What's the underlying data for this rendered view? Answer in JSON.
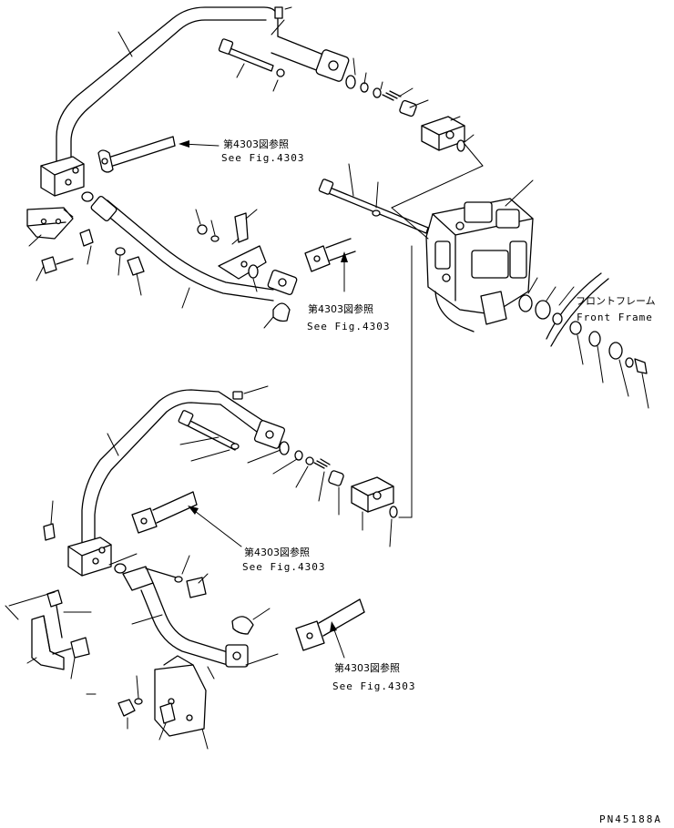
{
  "references": [
    {
      "id": "ref1",
      "jp": "第4303図参照",
      "en": "See Fig.4303"
    },
    {
      "id": "ref2",
      "jp": "第4303図参照",
      "en": "See Fig.4303"
    },
    {
      "id": "ref3",
      "jp": "第4303図参照",
      "en": "See Fig.4303"
    },
    {
      "id": "ref4",
      "jp": "第4303図参照",
      "en": "See Fig.4303"
    }
  ],
  "front_frame": {
    "jp": "フロントフレーム",
    "en": "Front Frame"
  },
  "part_number": "PN45188A"
}
